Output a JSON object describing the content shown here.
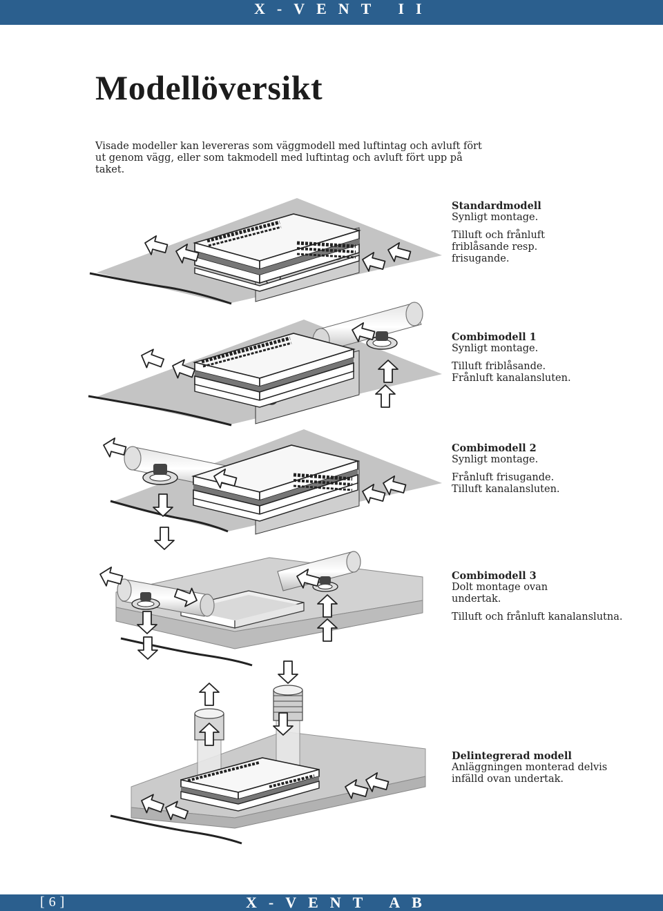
{
  "header": {
    "title": "X-VENT II"
  },
  "page": {
    "title": "Modellöversikt",
    "intro": "Visade modeller kan levereras som väggmodell med luftintag och avluft fört ut genom vägg, eller som takmodell med luftintag och avluft fört upp på taket."
  },
  "models": [
    {
      "name": "Standardmodell",
      "lines": [
        "Synligt montage."
      ],
      "notes": [
        "Tilluft och frånluft",
        "friblåsande resp.",
        "frisugande."
      ]
    },
    {
      "name": "Combimodell 1",
      "lines": [
        "Synligt montage."
      ],
      "notes": [
        "Tilluft friblåsande.",
        "Frånluft kanalansluten."
      ]
    },
    {
      "name": "Combimodell 2",
      "lines": [
        "Synligt montage."
      ],
      "notes": [
        "Frånluft frisugande.",
        "Tilluft kanalansluten."
      ]
    },
    {
      "name": "Combimodell 3",
      "lines": [
        "Dolt montage ovan",
        "undertak."
      ],
      "notes": [
        "Tilluft och frånluft kanalanslutna."
      ]
    },
    {
      "name": "Delintegrerad modell",
      "lines": [
        "Anläggningen monterad delvis",
        "infälld ovan undertak."
      ],
      "notes": []
    }
  ],
  "footer": {
    "page_number": "[6]",
    "company": "X-VENT AB"
  },
  "colors": {
    "band": "#2b5f8e",
    "ceiling": "#c4c4c4",
    "unit": "#f2f2f2"
  }
}
